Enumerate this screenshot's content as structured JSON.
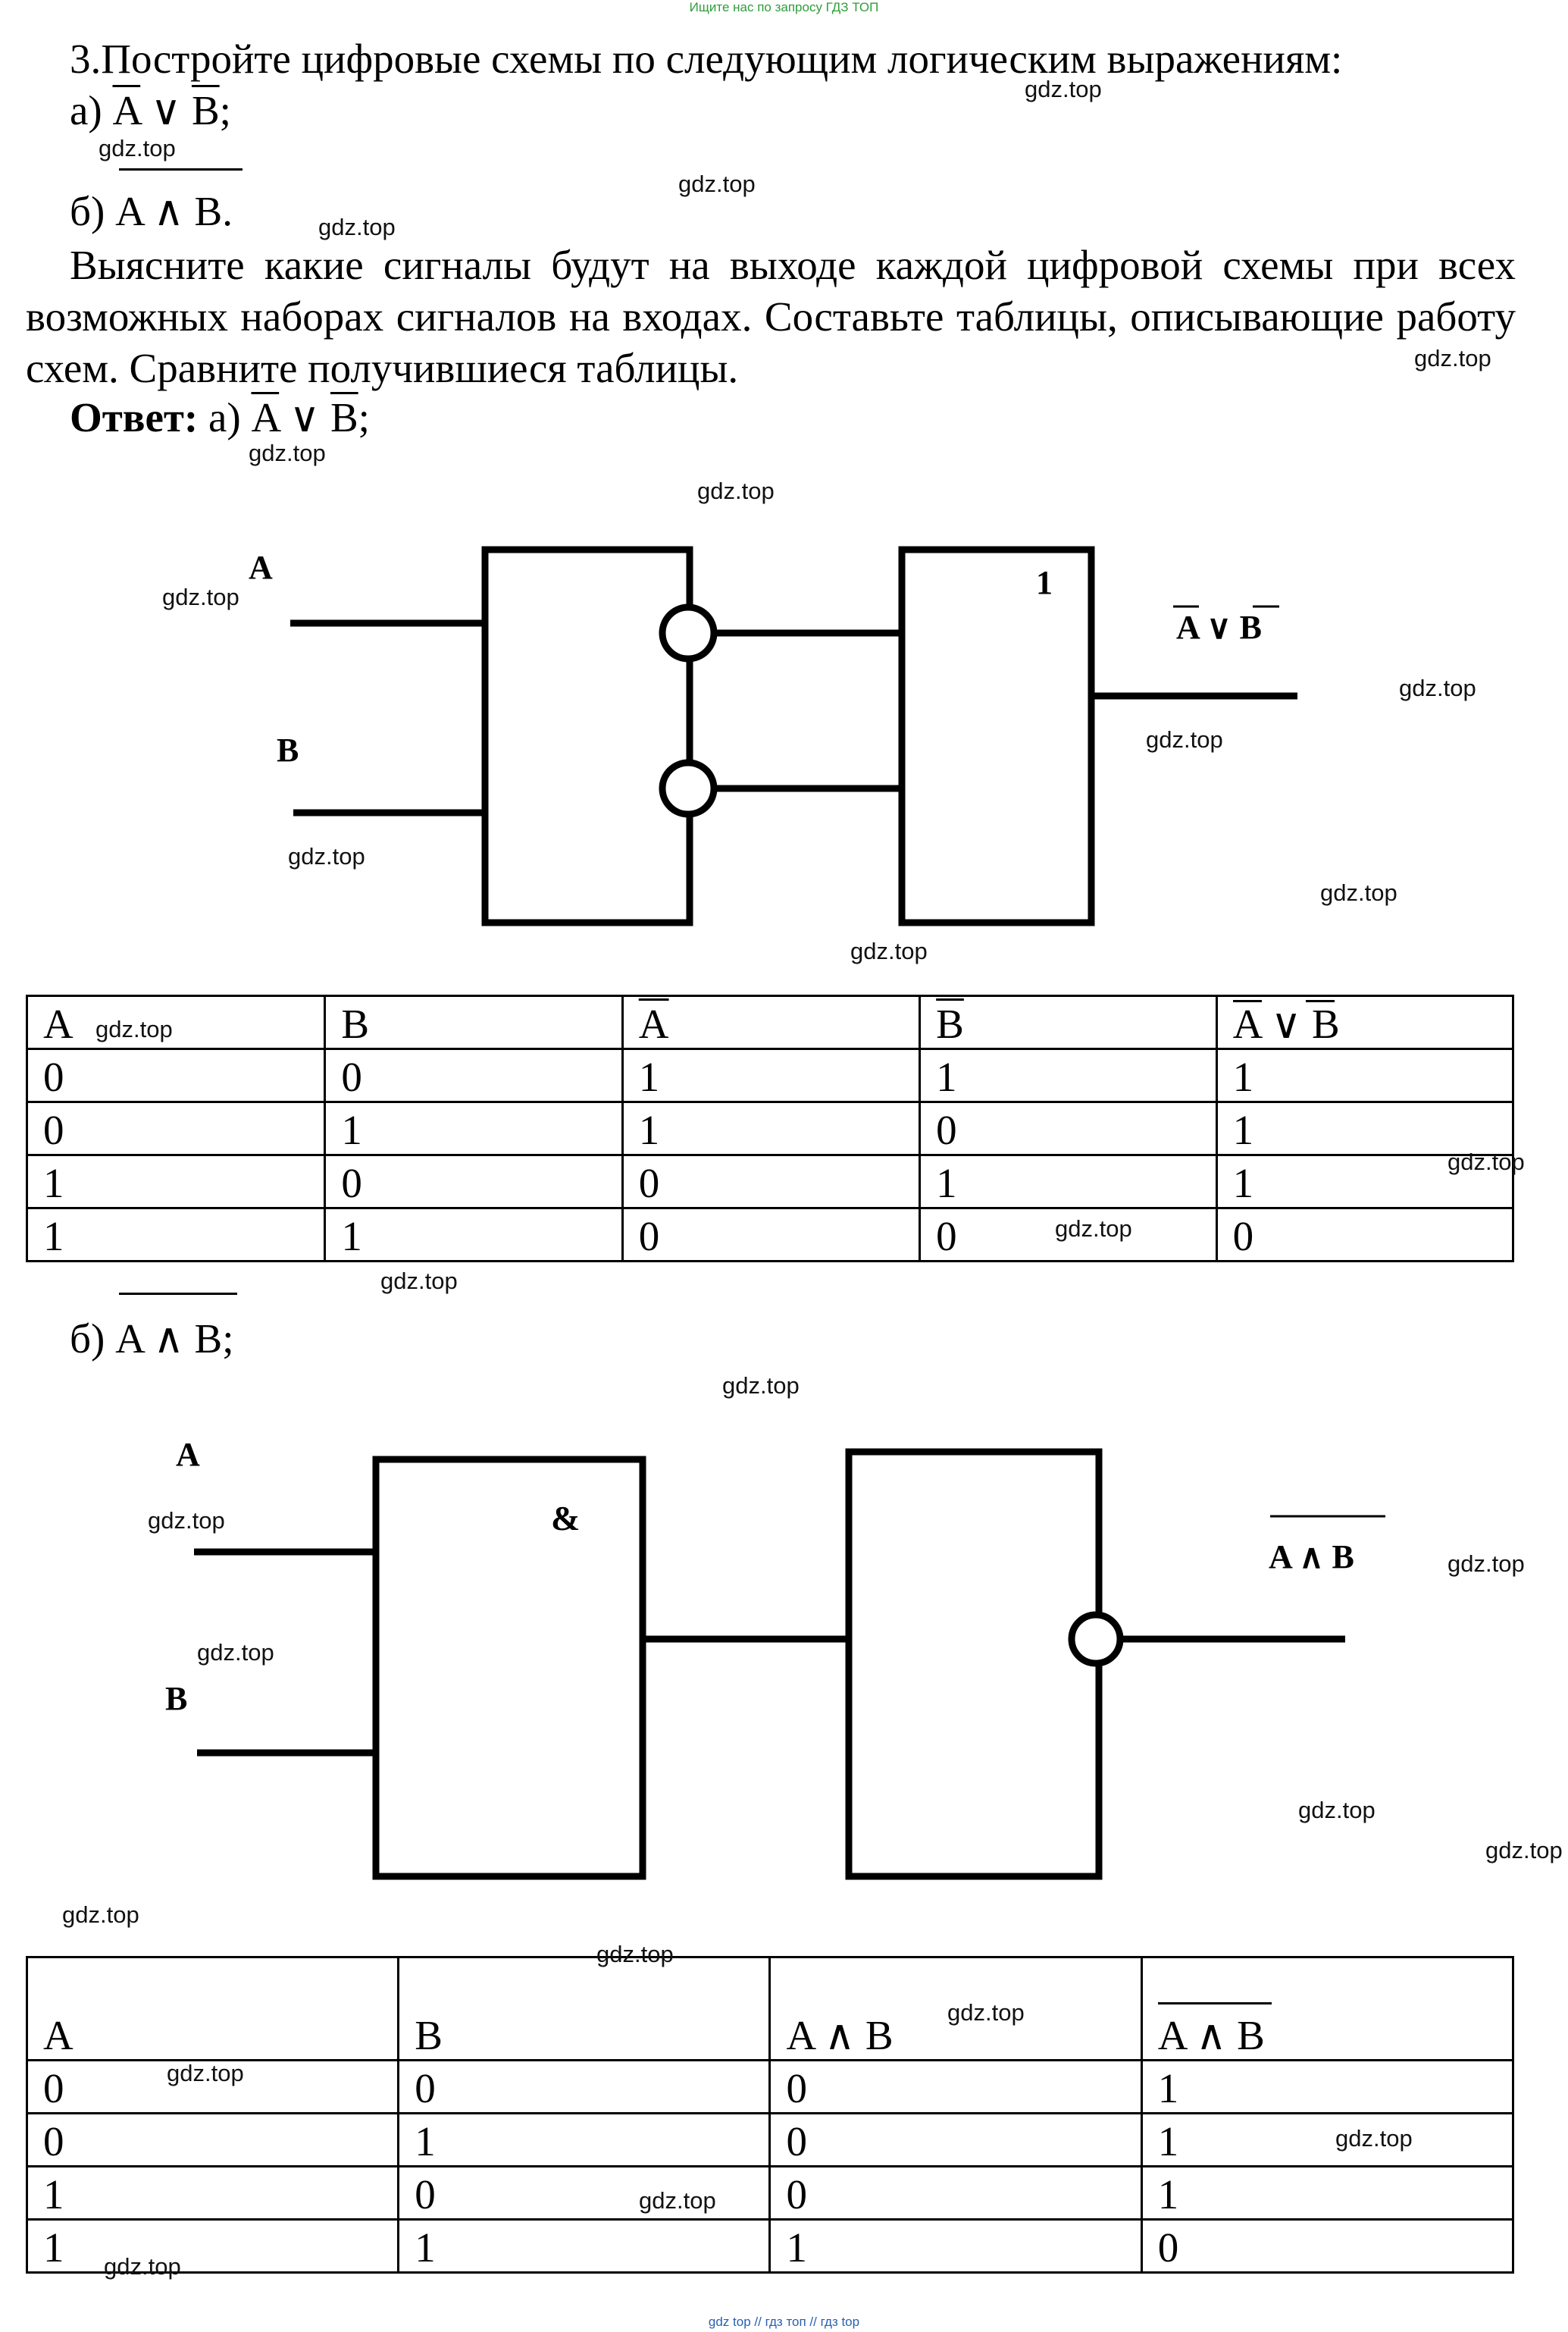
{
  "top_note": "Ищите нас по запросу ГДЗ ТОП",
  "bottom_note": "gdz top // гдз топ // гдз top",
  "task": {
    "title": "3.Постройте цифровые схемы по следующим логическим выражениям:",
    "a_prefix": "а) ",
    "a_expr_A": "A",
    "a_expr_op": " ∨ ",
    "a_expr_B": "B",
    "a_end": ";",
    "b_prefix": "б) ",
    "b_expr": "A ∧ B",
    "b_end": ".",
    "paragraph": "Выясните какие сигналы будут на выходе каждой цифровой схемы при всех возможных наборах сигналов на входах. Составьте таблицы, описывающие работу схем. Сравните получившиеся таблицы."
  },
  "answer": {
    "label": "Ответ:",
    "a_prefix": " а) ",
    "a_expr_A": "A",
    "a_expr_op": " ∨ ",
    "a_expr_B": "B",
    "a_end": ";",
    "b_prefix": "б) ",
    "b_expr": "A ∧ B",
    "b_end": ";"
  },
  "diagram_a": {
    "input_a": "A",
    "input_b": "B",
    "gate2_symbol": "1",
    "output_A": "A",
    "output_op": " ∨ ",
    "output_B": "B"
  },
  "diagram_b": {
    "input_a": "A",
    "input_b": "B",
    "gate1_symbol": "&",
    "output_expr": "A ∧ B"
  },
  "table_a": {
    "headers": [
      "A",
      "B",
      "A",
      "B",
      "A ∨ B"
    ],
    "rows": [
      [
        "0",
        "0",
        "1",
        "1",
        "1"
      ],
      [
        "0",
        "1",
        "1",
        "0",
        "1"
      ],
      [
        "1",
        "0",
        "0",
        "1",
        "1"
      ],
      [
        "1",
        "1",
        "0",
        "0",
        "0"
      ]
    ]
  },
  "table_b": {
    "headers": [
      "A",
      "B",
      "A ∧ B",
      "A ∧ B"
    ],
    "rows": [
      [
        "0",
        "0",
        "0",
        "1"
      ],
      [
        "0",
        "1",
        "0",
        "1"
      ],
      [
        "1",
        "0",
        "0",
        "1"
      ],
      [
        "1",
        "1",
        "1",
        "0"
      ]
    ]
  },
  "watermark": "gdz.top"
}
